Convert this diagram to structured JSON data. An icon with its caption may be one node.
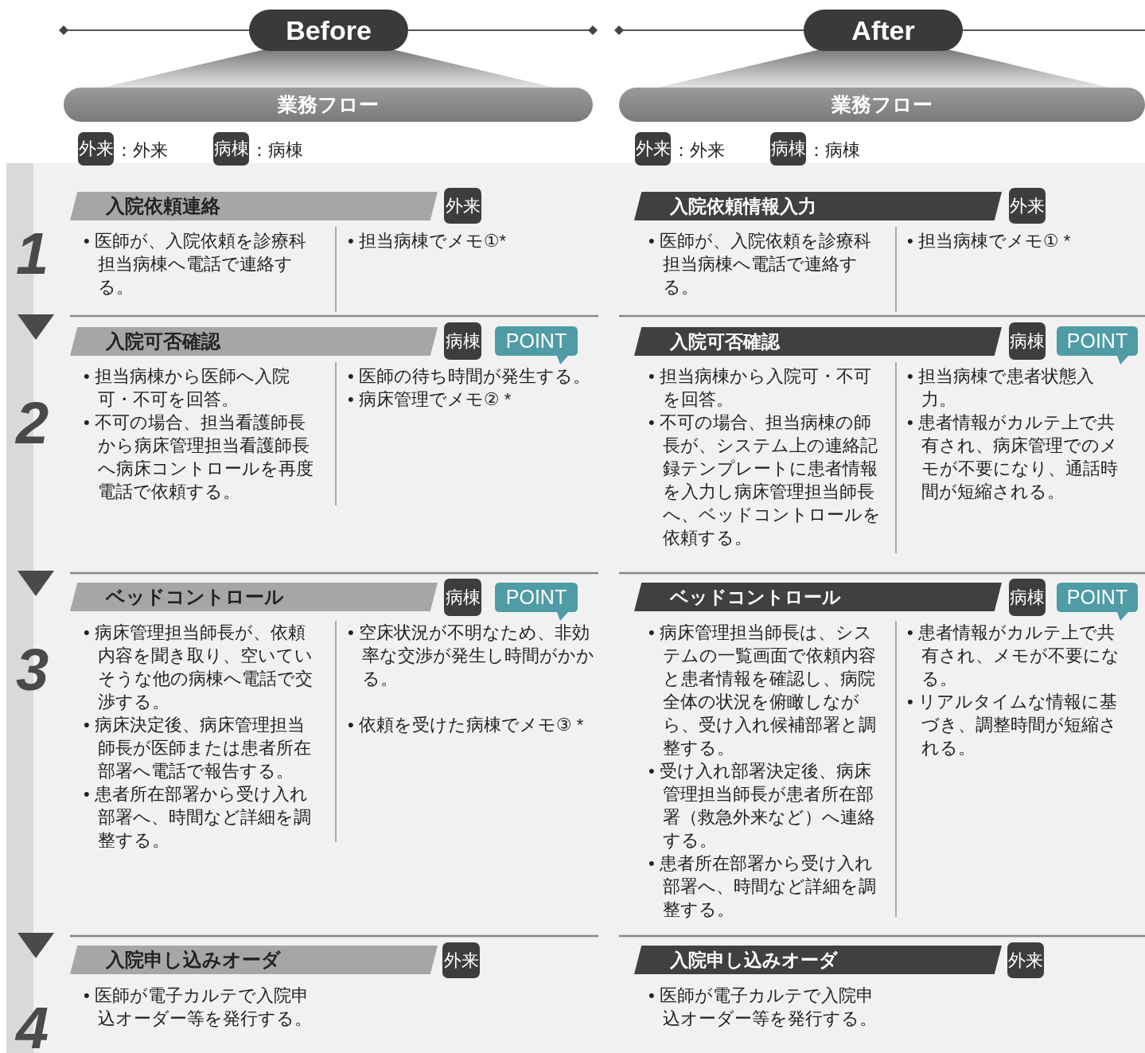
{
  "diagram": {
    "nodes": [
      {
        "text": [
          "Before"
        ]
      },
      {
        "text": [
          "業務フロー"
        ]
      },
      {
        "text": [
          "外来"
        ],
        "beside": [
          "：外来"
        ]
      },
      {
        "text": [
          "病棟"
        ],
        "beside": [
          "：病棟"
        ]
      },
      {
        "text": [
          "After"
        ]
      },
      {
        "text": [
          "業務フロー"
        ]
      },
      {
        "text": [
          "外来"
        ],
        "beside": [
          "：外来"
        ]
      },
      {
        "text": [
          "病棟"
        ],
        "beside": [
          "：病棟"
        ]
      },
      {
        "text": [
          "入院依頼連絡"
        ]
      },
      {
        "text": [
          "外来"
        ]
      },
      {
        "text": [
          "入院依頼情報入力"
        ]
      },
      {
        "text": [
          "外来"
        ]
      },
      {
        "text": [
          "入院可否確認"
        ]
      },
      {
        "text": [
          "病棟"
        ]
      },
      {
        "text": [
          "POINT"
        ]
      },
      {
        "text": [
          "入院可否確認"
        ]
      },
      {
        "text": [
          "病棟"
        ]
      },
      {
        "text": [
          "POINT"
        ]
      },
      {
        "text": [
          "ベッドコントロール"
        ]
      },
      {
        "text": [
          "病棟"
        ]
      },
      {
        "text": [
          "POINT"
        ]
      },
      {
        "text": [
          "ベッドコントロール"
        ]
      },
      {
        "text": [
          "病棟"
        ]
      },
      {
        "text": [
          "POINT"
        ]
      },
      {
        "text": [
          "入院申し込みオーダ"
        ]
      },
      {
        "text": [
          "外来"
        ]
      },
      {
        "text": [
          "入院申し込みオーダ"
        ]
      },
      {
        "text": [
          "外来"
        ]
      }
    ],
    "labels": [
      "1",
      "• 医師が、入院依頼を診療科担当病棟へ電話で連絡する。",
      "• 担当病棟でメモ①*",
      "• 医師が、入院依頼を診療科担当病棟へ電話で連絡する。",
      "• 担当病棟でメモ① *",
      "2",
      "• 担当病棟から医師へ入院可・不可を回答。",
      "• 不可の場合、担当看護師長から病床管理担当看護師長へ病床コントロールを再度電話で依頼する。",
      "• 医師の待ち時間が発生する。",
      "• 病床管理でメモ② *",
      "• 担当病棟から入院可・不可を回答。",
      "• 不可の場合、担当病棟の師長が、システム上の連絡記録テンプレートに患者情報を入力し病床管理担当師長へ、ベッドコントロールを依頼する。",
      "• 担当病棟で患者状態入力。",
      "• 患者情報がカルテ上で共有され、病床管理でのメモが不要になり、通話時間が短縮される。",
      "3",
      "• 病床管理担当師長が、依頼内容を聞き取り、空いていそうな他の病棟へ電話で交渉する。",
      "• 病床決定後、病床管理担当師長が医師または患者所在部署へ電話で報告する。",
      "• 患者所在部署から受け入れ部署へ、時間など詳細を調整する。",
      "• 空床状況が不明なため、非効率な交渉が発生し時間がかかる。",
      "• 依頼を受けた病棟でメモ③ *",
      "• 病床管理担当師長は、システムの一覧画面で依頼内容と患者情報を確認し、病院全体の状況を俯瞰しながら、受け入れ候補部署と調整する。",
      "• 受け入れ部署決定後、病床管理担当師長が患者所在部署（救急外来など）へ連絡する。",
      "• 患者所在部署から受け入れ部署へ、時間など詳細を調整する。",
      "• 患者情報がカルテ上で共有され、メモが不要になる。",
      "• リアルタイムな情報に基づき、調整時間が短縮される。",
      "4",
      "• 医師が電子カルテで入院申込オーダー等を発行する。",
      "• 医師が電子カルテで入院申込オーダー等を発行する。"
    ]
  }
}
